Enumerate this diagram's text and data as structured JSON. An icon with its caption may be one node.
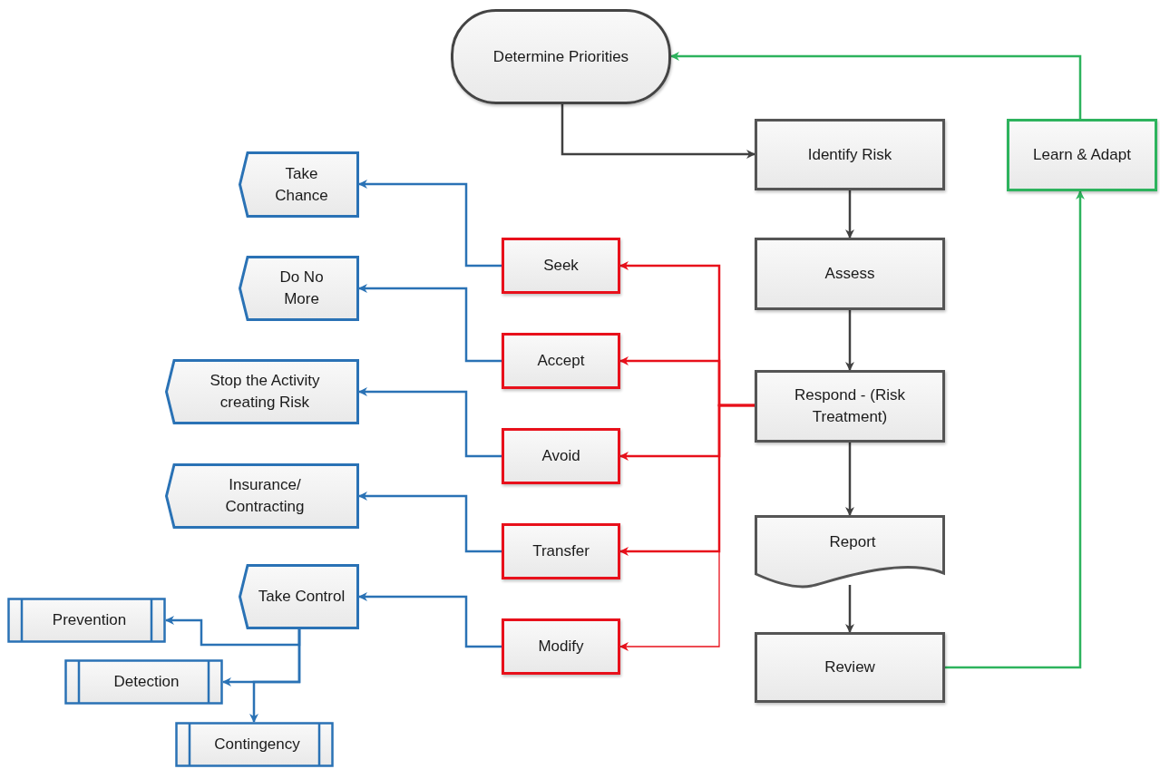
{
  "diagram": {
    "nodes": [
      {
        "text": [
          "Determine Priorities"
        ]
      },
      {
        "text": [
          "Identify Risk"
        ]
      },
      {
        "text": [
          "Learn & Adapt"
        ]
      },
      {
        "text": [
          "Take Chance"
        ]
      },
      {
        "text": [
          "Seek"
        ]
      },
      {
        "text": [
          "Assess"
        ]
      },
      {
        "text": [
          "Do No More"
        ]
      },
      {
        "text": [
          "Accept"
        ]
      },
      {
        "text": [
          "Stop the Activity creating Risk"
        ]
      },
      {
        "text": [
          "Respond - (Risk Treatment)"
        ]
      },
      {
        "text": [
          "Avoid"
        ]
      },
      {
        "text": [
          "Insurance/ Contracting"
        ]
      },
      {
        "text": [
          "Transfer"
        ]
      },
      {
        "text": [
          "Report"
        ]
      },
      {
        "text": [
          "Take Control"
        ]
      },
      {
        "text": [
          "Prevention"
        ]
      },
      {
        "text": [
          "Modify"
        ]
      },
      {
        "text": [
          "Review"
        ]
      },
      {
        "text": [
          "Detection"
        ]
      },
      {
        "text": [
          "Contingency"
        ]
      }
    ],
    "edges": [
      {
        "from": 0,
        "to": 1,
        "arrow": "to",
        "color": "#404040"
      },
      {
        "from": 1,
        "to": 5,
        "arrow": "to",
        "color": "#404040"
      },
      {
        "from": 5,
        "to": 9,
        "arrow": "to",
        "color": "#404040"
      },
      {
        "from": 9,
        "to": 13,
        "arrow": "to",
        "color": "#404040"
      },
      {
        "from": 13,
        "to": 17,
        "arrow": "to",
        "color": "#404040"
      },
      {
        "from": 17,
        "to": 2,
        "arrow": "to",
        "color": "#2db35d"
      },
      {
        "from": 2,
        "to": 0,
        "arrow": "to",
        "color": "#2db35d"
      },
      {
        "from": 9,
        "to": 4,
        "arrow": "to",
        "color": "#e8101b"
      },
      {
        "from": 9,
        "to": 7,
        "arrow": "to",
        "color": "#e8101b"
      },
      {
        "from": 9,
        "to": 10,
        "arrow": "to",
        "color": "#e8101b"
      },
      {
        "from": 9,
        "to": 12,
        "arrow": "to",
        "color": "#e8101b"
      },
      {
        "from": 9,
        "to": 16,
        "arrow": "to",
        "color": "#e8101b"
      },
      {
        "from": 4,
        "to": 3,
        "arrow": "to"
      },
      {
        "from": 7,
        "to": 6,
        "arrow": "to"
      },
      {
        "from": 10,
        "to": 8,
        "arrow": "to"
      },
      {
        "from": 12,
        "to": 11,
        "arrow": "to"
      },
      {
        "from": 16,
        "to": 14,
        "arrow": "to"
      },
      {
        "from": 14,
        "to": 15,
        "arrow": "to"
      },
      {
        "from": 14,
        "to": 18,
        "arrow": "to"
      },
      {
        "from": 14,
        "to": 19,
        "arrow": "to"
      }
    ]
  }
}
